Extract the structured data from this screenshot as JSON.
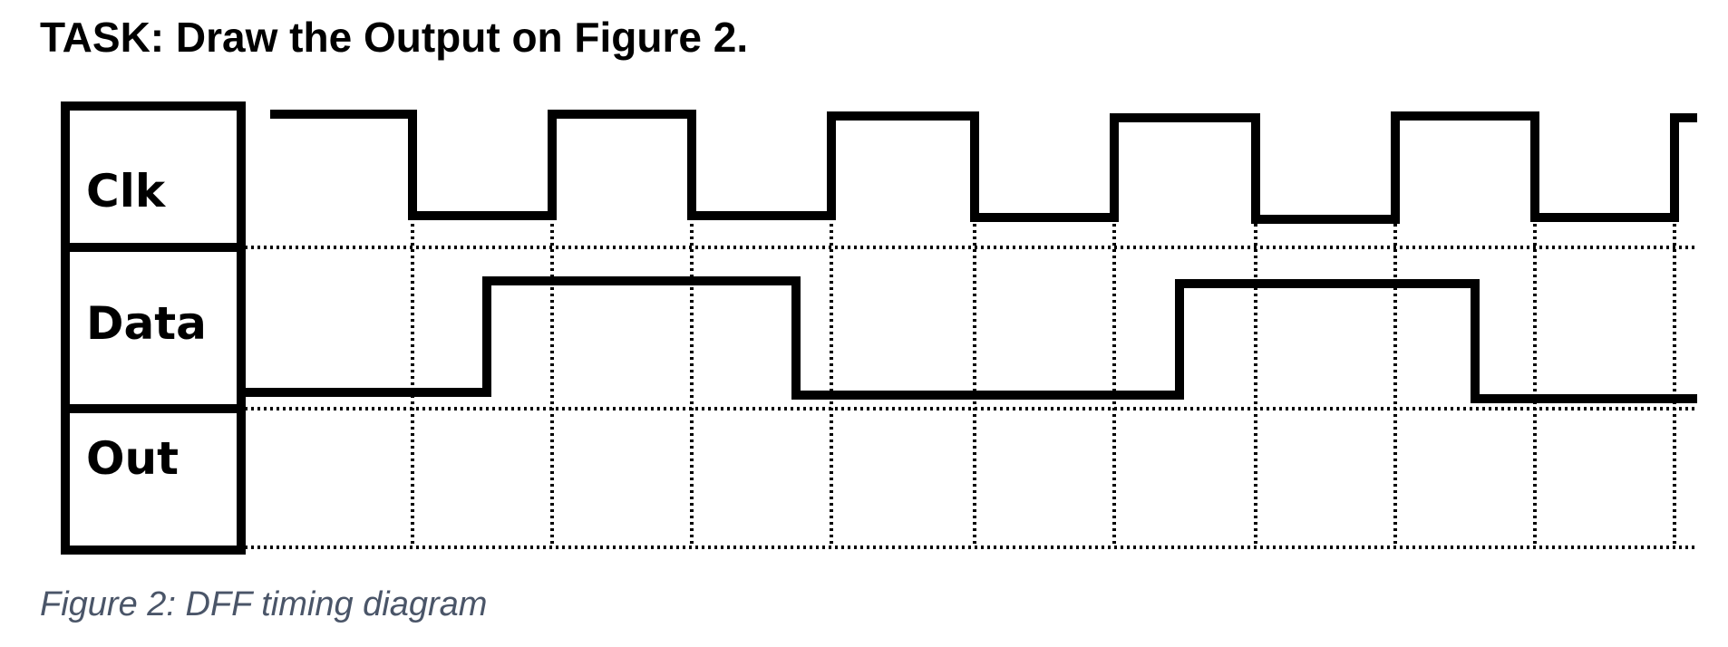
{
  "task": {
    "title": "TASK: Draw the Output on Figure 2."
  },
  "diagram": {
    "signals": [
      {
        "id": "clk",
        "label": "Clk",
        "waveform": [
          1,
          0,
          1,
          0,
          1,
          0,
          1,
          0,
          1,
          0,
          1
        ]
      },
      {
        "id": "data",
        "label": "Data",
        "transitions": [
          0,
          1,
          0,
          1,
          0
        ]
      },
      {
        "id": "out",
        "label": "Out",
        "waveform": []
      }
    ],
    "colors": {
      "waveform": "#000000",
      "grid": "#000000",
      "caption": "#4a5568"
    }
  },
  "caption": {
    "text": "Figure 2: DFF timing diagram"
  }
}
